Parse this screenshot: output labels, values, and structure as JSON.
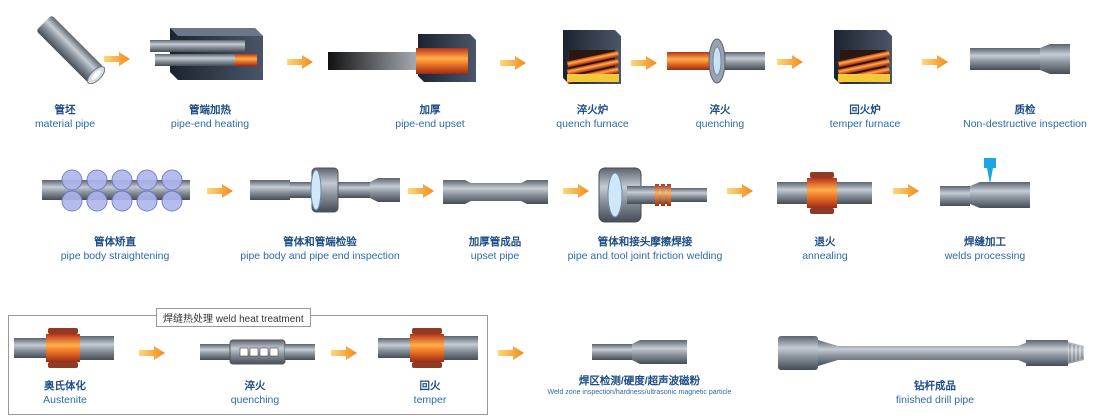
{
  "steps": [
    {
      "zh": "管坯",
      "en": "material pipe"
    },
    {
      "zh": "管端加热",
      "en": "pipe-end heating"
    },
    {
      "zh": "加厚",
      "en": "pipe-end upset"
    },
    {
      "zh": "淬火炉",
      "en": "quench furnace"
    },
    {
      "zh": "淬火",
      "en": "quenching"
    },
    {
      "zh": "回火炉",
      "en": "temper furnace"
    },
    {
      "zh": "质检",
      "en": "Non-destructive inspection"
    },
    {
      "zh": "管体矫直",
      "en": "pipe body straightening"
    },
    {
      "zh": "管体和管端检验",
      "en": "pipe body and pipe end inspection"
    },
    {
      "zh": "加厚管成品",
      "en": "upset pipe"
    },
    {
      "zh": "管体和接头摩擦焊接",
      "en": "pipe and tool joint friction welding"
    },
    {
      "zh": "退火",
      "en": "annealing"
    },
    {
      "zh": "焊缝加工",
      "en": "welds processing"
    },
    {
      "zh": "奥氏体化",
      "en": "Austenite"
    },
    {
      "zh": "淬火",
      "en": "quenching"
    },
    {
      "zh": "回火",
      "en": "temper"
    },
    {
      "zh": "焊区检测/硬度/超声波磁粉",
      "en": "Weld zone inspection/hardness/ultrasonic magnetic particle"
    },
    {
      "zh": "钻杆成品",
      "en": "finished drill pipe"
    }
  ],
  "weld_group_title": "焊缝热处理 weld heat treatment",
  "colors": {
    "zh": "#1f4e85",
    "en": "#2d6aa8",
    "arrow": "#f5a623",
    "steel": "#8a929c",
    "hot": "#e8531c"
  }
}
